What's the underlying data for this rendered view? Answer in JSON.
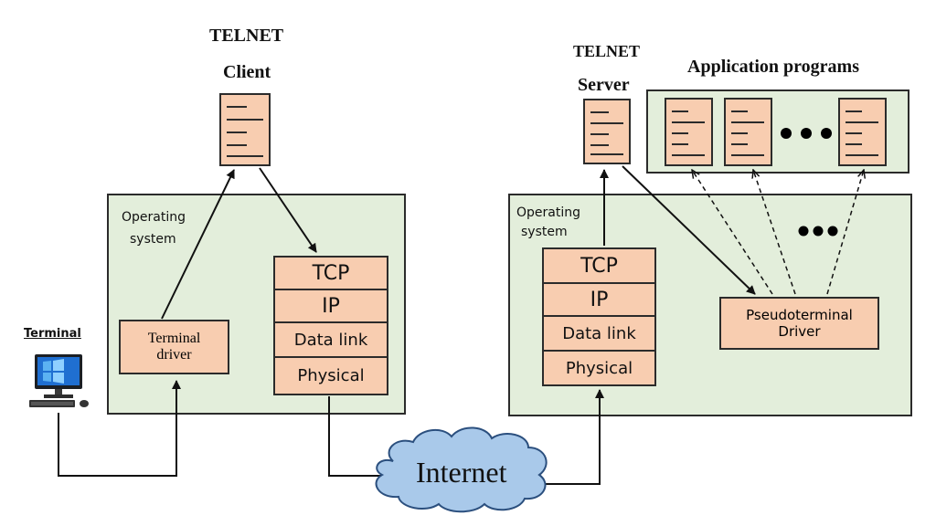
{
  "client": {
    "telnet_label": "TELNET",
    "role_label": "Client",
    "os_label_1": "Operating",
    "os_label_2": "system",
    "terminal_driver_1": "Terminal",
    "terminal_driver_2": "driver",
    "stack": [
      "TCP",
      "IP",
      "Data link",
      "Physical"
    ]
  },
  "server": {
    "telnet_label": "TELNET",
    "role_label": "Server",
    "os_label_1": "Operating",
    "os_label_2": "system",
    "pseudo_driver_1": "Pseudoterminal",
    "pseudo_driver_2": "Driver",
    "stack": [
      "TCP",
      "IP",
      "Data link",
      "Physical"
    ]
  },
  "apps": {
    "title": "Application programs"
  },
  "terminal": {
    "label": "Terminal"
  },
  "network": {
    "cloud_label": "Internet"
  },
  "colors": {
    "os_fill": "#e3eedb",
    "box_fill": "#f8cdb0",
    "cloud_fill": "#a9c9ea",
    "stroke": "#2b2b2b"
  }
}
